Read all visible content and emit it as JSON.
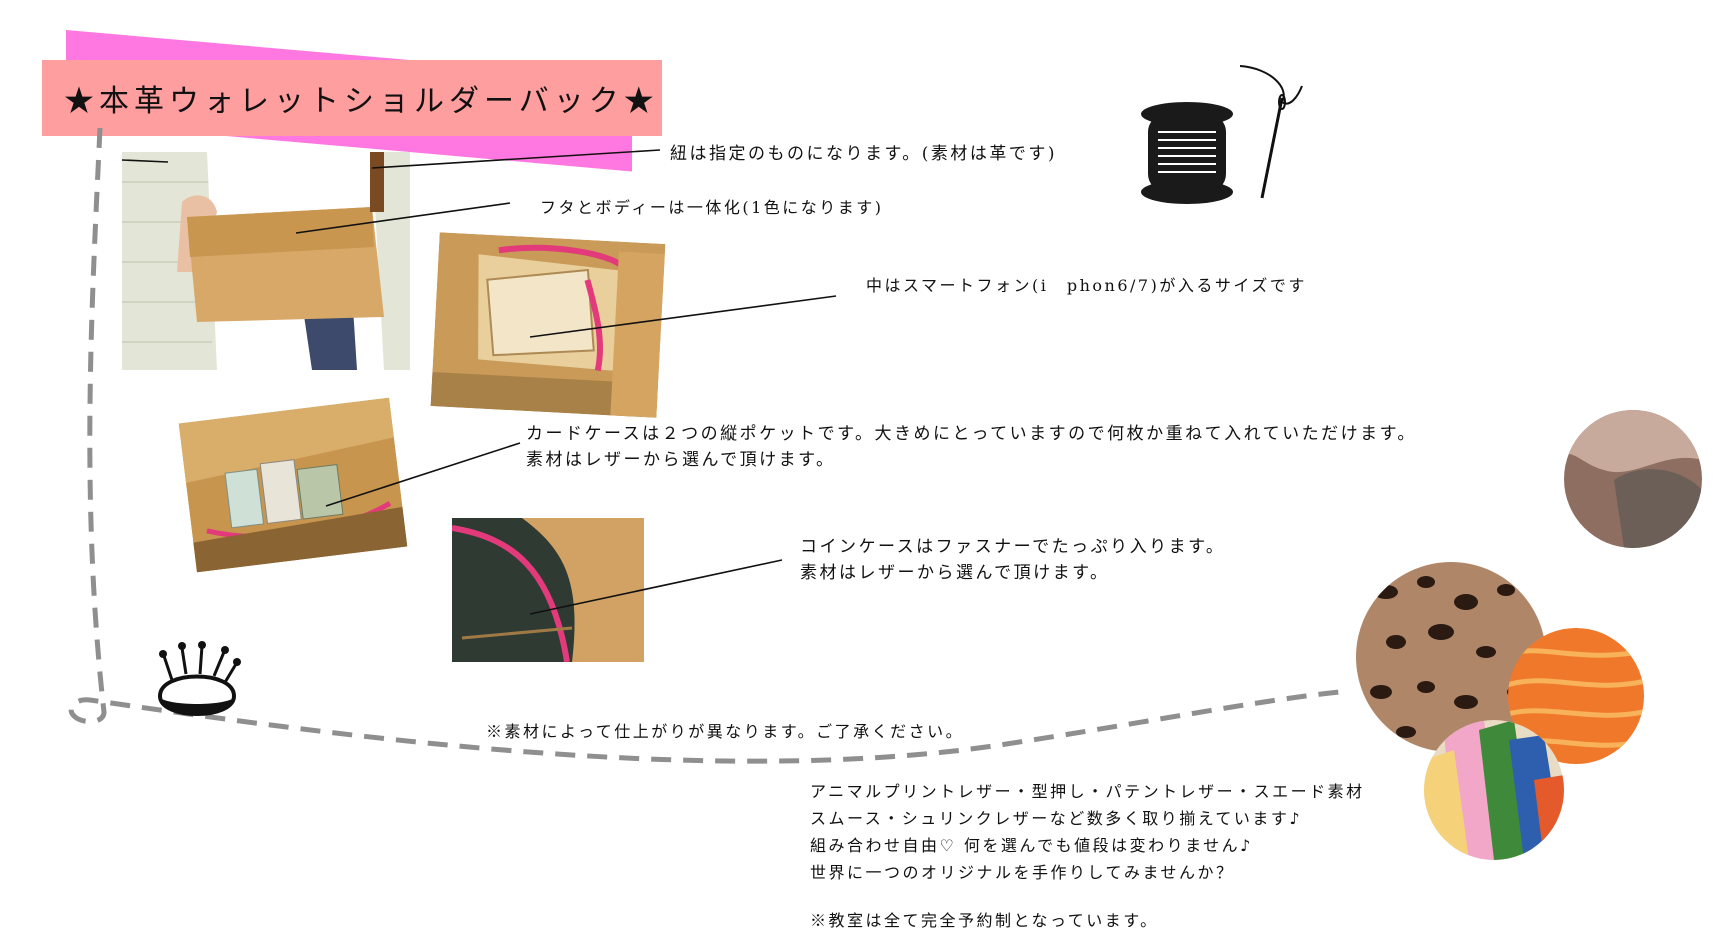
{
  "title": "★本革ウォレットショルダーバック★",
  "captions": {
    "strap": "紐は指定のものになります。(素材は革です)",
    "flap": "フタとボディーは一体化(1色になります)",
    "inside": "中はスマートフォン(i　phon6/7)が入るサイズです",
    "card_line1": "カードケースは２つの縦ポケットです。大きめにとっていますので何枚か重ねて入れていただけます。",
    "card_line2": "素材はレザーから選んで頂けます。",
    "coin_line1": "コインケースはファスナーでたっぷり入ります。",
    "coin_line2": "素材はレザーから選んで頂けます。",
    "note": "※素材によって仕上がりが異なります。ご了承ください。"
  },
  "materials": {
    "line1": "アニマルプリントレザー・型押し・パテントレザー・スエード素材",
    "line2": "スムース・シュリンクレザーなど数多く取り揃えています♪",
    "line3": "組み合わせ自由♡ 何を選んでも値段は変わりません♪",
    "line4": "世界に一つのオリジナルを手作りしてみませんか？",
    "line5": "※教室は全て完全予約制となっています。"
  },
  "colors": {
    "banner_pink": "#ff77e0",
    "banner_salmon": "#ff9e9e",
    "leather": "#d7a867",
    "zipper_pink": "#e23a7a",
    "dashed_line": "#8f8f8f"
  }
}
